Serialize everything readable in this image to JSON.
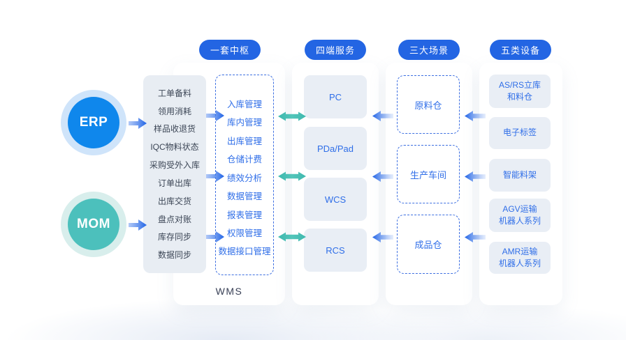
{
  "diagram": {
    "sources": {
      "erp": "ERP",
      "mom": "MOM"
    },
    "integration": {
      "items": [
        "工单备料",
        "领用消耗",
        "样品收退货",
        "IQC物料状态",
        "采购受外入库",
        "订单出库",
        "出库交货",
        "盘点对账",
        "库存同步",
        "数据同步"
      ]
    },
    "hub": {
      "pill": "一套中枢",
      "modules": [
        "入库管理",
        "库内管理",
        "出库管理",
        "仓储计费",
        "绩效分析",
        "数据管理",
        "报表管理",
        "权限管理",
        "数据接口管理"
      ],
      "caption": "WMS"
    },
    "services": {
      "pill": "四端服务",
      "items": [
        "PC",
        "PDa/Pad",
        "WCS",
        "RCS"
      ]
    },
    "scenes": {
      "pill": "三大场景",
      "items": [
        "原料仓",
        "生产车间",
        "成品仓"
      ]
    },
    "devices": {
      "pill": "五类设备",
      "items": [
        "AS/RS立库\n和料仓",
        "电子标签",
        "智能料架",
        "AGV运输\n机器人系列",
        "AMR运输\n机器人系列"
      ]
    },
    "colors": {
      "pill_blue": "#2365e3",
      "module_text_blue": "#2f6ee8",
      "erp_blue": "#0f87ec",
      "mom_teal": "#4cc0bc",
      "arrow_blue": "#2062e5",
      "arrow_teal": "#40bab0",
      "box_bg": "#e9eef5",
      "list_bg": "#e8edf3",
      "panel_bg": "#ffffff"
    }
  }
}
